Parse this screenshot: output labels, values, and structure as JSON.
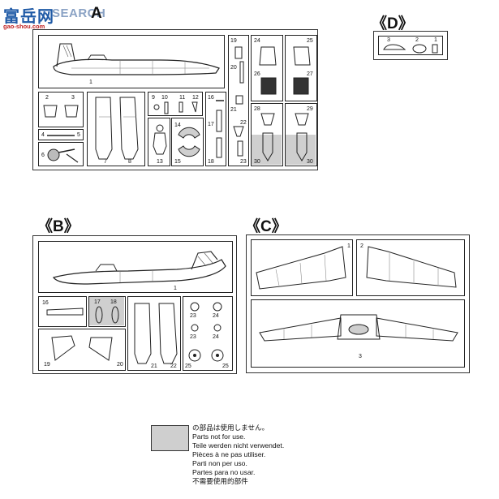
{
  "watermark": {
    "brand_cn": "富岳网",
    "search_label": "SEARCH",
    "url": "gao-shou.com"
  },
  "sprues": {
    "A": {
      "label": "A",
      "parts": [
        "1",
        "2",
        "3",
        "4",
        "5",
        "6",
        "7",
        "8",
        "9",
        "10",
        "11",
        "12",
        "13",
        "14",
        "15",
        "16",
        "17",
        "18",
        "19",
        "20",
        "21",
        "22",
        "23",
        "24",
        "25",
        "26",
        "27",
        "28",
        "29",
        "30",
        "30"
      ]
    },
    "B": {
      "label": "《B》",
      "parts": [
        "1",
        "16",
        "17",
        "18",
        "19",
        "20",
        "21",
        "22",
        "23",
        "24",
        "23",
        "24",
        "25",
        "25"
      ]
    },
    "C": {
      "label": "《C》",
      "parts": [
        "1",
        "2",
        "3"
      ]
    },
    "D": {
      "label": "《D》",
      "parts": [
        "3",
        "2",
        "1"
      ]
    }
  },
  "legend": {
    "swatch_color": "#cfcfcf",
    "lines": [
      "の部品は使用しません。",
      "Parts not for use.",
      "Teile werden nicht verwendet.",
      "Pièces à ne pas utiliser.",
      "Parti non per uso.",
      "Partes para no usar.",
      "不需要使用的部件"
    ]
  }
}
